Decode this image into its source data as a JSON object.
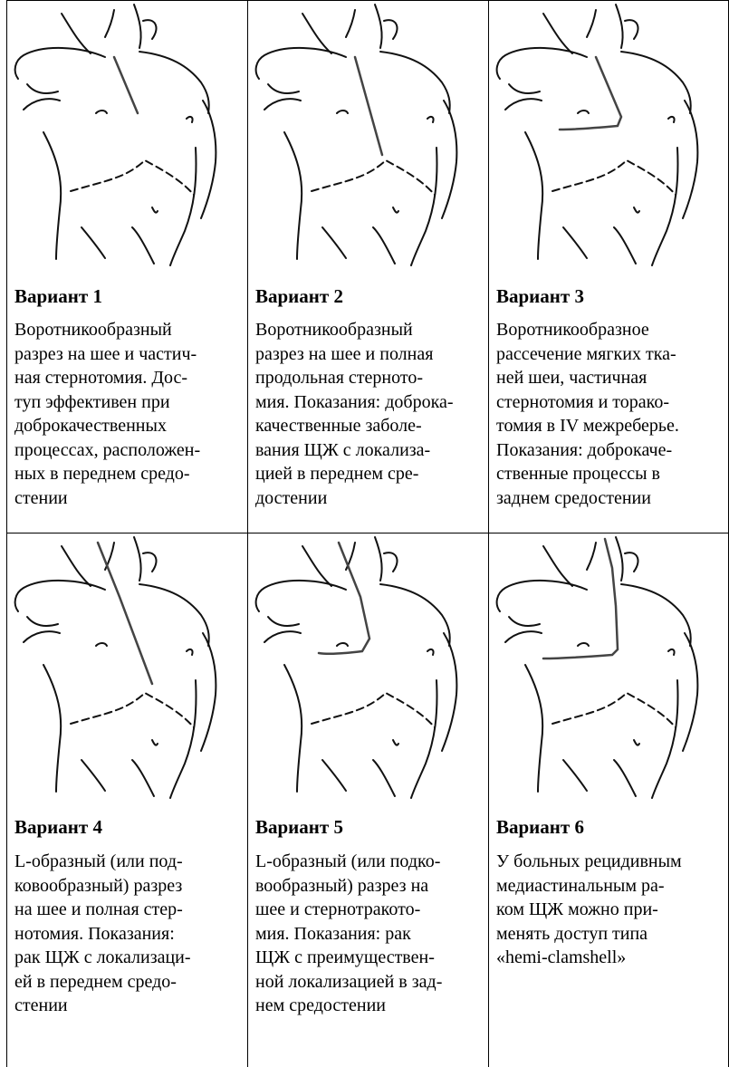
{
  "variants": [
    {
      "title": "Вариант 1",
      "lines": [
        "Воротникообразный",
        "разрез на шее и частич-",
        "ная стернотомия. Дос-",
        "туп эффективен при",
        "доброкачественных",
        "процессах, расположен-",
        "ных в переднем средо-",
        "стении"
      ]
    },
    {
      "title": "Вариант 2",
      "lines": [
        "Воротникообразный",
        "разрез на шее и полная",
        "продольная стерното-",
        "мия. Показания: доброка-",
        "качественные заболе-",
        "вания ЩЖ с локализа-",
        "цией в переднем сре-",
        "достении"
      ]
    },
    {
      "title": "Вариант 3",
      "lines": [
        "Воротникообразное",
        "рассечение мягких тка-",
        "ней шеи, частичная",
        "стернотомия и торако-",
        "томия в IV межреберье.",
        "Показания: доброкаче-",
        "ственные процессы в",
        "заднем средостении"
      ]
    },
    {
      "title": "Вариант 4",
      "lines": [
        "L-образный (или под-",
        "ковообразный) разрез",
        "на шее и полная стер-",
        "нотомия. Показания:",
        "рак ЩЖ с локализаци-",
        "ей в переднем средо-",
        "стении"
      ]
    },
    {
      "title": "Вариант 5",
      "lines": [
        "L-образный (или подко-",
        "вообразный) разрез на",
        "шее и стернотракото-",
        "мия. Показания: рак",
        "ЩЖ с преимуществен-",
        "ной локализацией в зад-",
        "нем средостении"
      ]
    },
    {
      "title": "Вариант 6",
      "lines": [
        "У больных рецидивным",
        "медиастинальным ра-",
        "ком ЩЖ можно при-",
        "менять доступ типа",
        "«hemi-clamshell»"
      ]
    }
  ]
}
